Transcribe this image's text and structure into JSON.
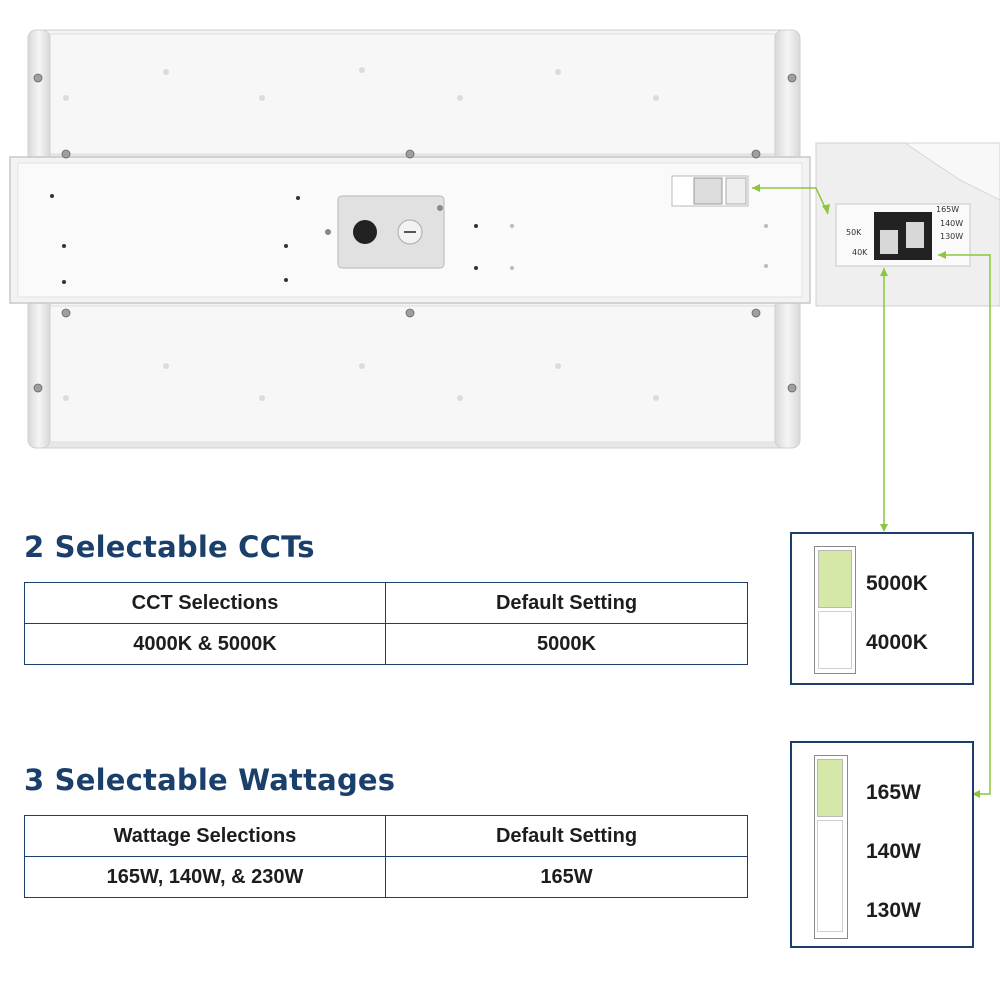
{
  "photo": {
    "inset_labels": {
      "cct_top": "50K",
      "cct_bottom": "40K",
      "watt_top": "165W",
      "watt_mid": "140W",
      "watt_bottom": "130W"
    }
  },
  "cct_section": {
    "heading": "2 Selectable CCTs",
    "table": {
      "headers": [
        "CCT Selections",
        "Default Setting"
      ],
      "row": [
        "4000K & 5000K",
        "5000K"
      ]
    }
  },
  "wattage_section": {
    "heading": "3 Selectable Wattages",
    "table": {
      "headers": [
        "Wattage Selections",
        "Default Setting"
      ],
      "row": [
        "165W, 140W, & 230W",
        "165W"
      ]
    }
  },
  "cct_switch": {
    "options": [
      "5000K",
      "4000K"
    ],
    "selected": "5000K"
  },
  "wattage_switch": {
    "options": [
      "165W",
      "140W",
      "130W"
    ],
    "selected": "165W"
  },
  "colors": {
    "navy": "#1b3f6b",
    "accent_green": "#8cc63f",
    "switch_fill": "#d5e8a8"
  }
}
